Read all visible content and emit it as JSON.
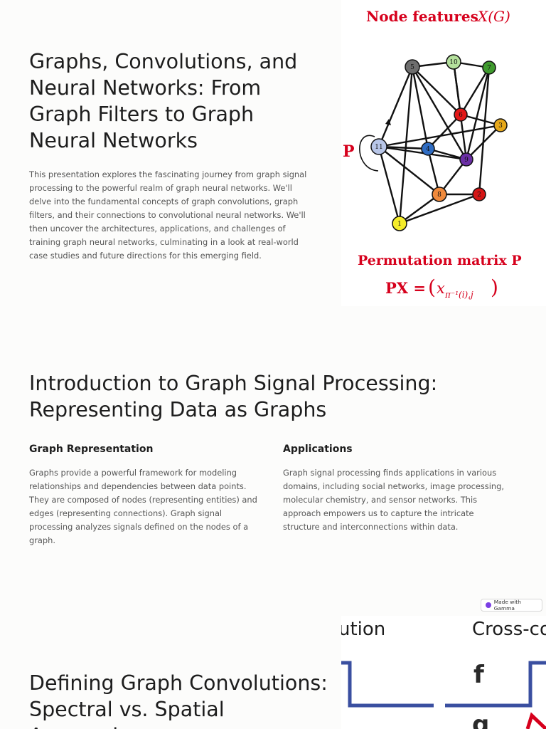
{
  "slide1": {
    "title": "Graphs, Convolutions, and Neural Networks: From Graph Filters to Graph Neural Networks",
    "body": "This presentation explores the fascinating journey from graph signal processing to the powerful realm of graph neural networks. We'll delve into the fundamental concepts of graph convolutions, graph filters, and their connections to convolutional neural networks. We'll then uncover the architectures, applications, and challenges of training graph neural networks, culminating in a look at real-world case studies and future directions for this emerging field.",
    "figure": {
      "top_label": "Node features",
      "top_math": "X(G)",
      "side_label": "P",
      "perm_label": "Permutation matrix P",
      "formula_lhs": "PX = ",
      "formula_rhs": "x",
      "formula_sub": "π⁻¹(i),j",
      "nodes": [
        "5",
        "10",
        "7",
        "6",
        "3",
        "11",
        "4",
        "9",
        "8",
        "2",
        "1"
      ]
    }
  },
  "slide2": {
    "title": "Introduction to Graph Signal Processing: Representing Data as Graphs",
    "col1_heading": "Graph Representation",
    "col1_body": "Graphs provide a powerful framework for modeling relationships and dependencies between data points. They are composed of nodes (representing entities) and edges (representing connections). Graph signal processing analyzes signals defined on the nodes of a graph.",
    "col2_heading": "Applications",
    "col2_body": "Graph signal processing finds applications in various domains, including social networks, image processing, molecular chemistry, and sensor networks. This approach empowers us to capture the intricate structure and interconnections within data."
  },
  "badge": {
    "label": "Made with Gamma"
  },
  "slide3": {
    "title": "Defining Graph Convolutions: Spectral vs. Spatial Approaches",
    "figure": {
      "label_left": "ution",
      "label_right": "Cross-co",
      "f_label": "f",
      "g_label": "g"
    }
  },
  "colors": {
    "red": "#d6001c",
    "blue_frame": "#3a4fa0",
    "text": "#1d1d1d",
    "muted": "#555555"
  }
}
